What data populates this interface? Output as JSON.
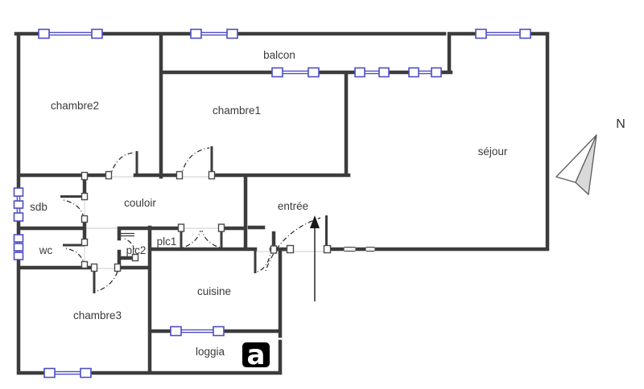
{
  "rooms": {
    "chambre2": {
      "label": "chambre2"
    },
    "balcon": {
      "label": "balcon"
    },
    "chambre1": {
      "label": "chambre1"
    },
    "sejour": {
      "label": "séjour"
    },
    "sdb": {
      "label": "sdb"
    },
    "couloir": {
      "label": "couloir"
    },
    "entree": {
      "label": "entrée"
    },
    "wc": {
      "label": "wc"
    },
    "plc1": {
      "label": "plc1"
    },
    "plc2": {
      "label": "plc2"
    },
    "cuisine": {
      "label": "cuisine"
    },
    "chambre3": {
      "label": "chambre3"
    },
    "loggia": {
      "label": "loggia"
    }
  },
  "compass": {
    "label": "N"
  },
  "logo": {
    "label": "a"
  },
  "colors": {
    "wall": "#3c3c3c",
    "window": "#4d4dc4",
    "arc": "#222222",
    "faint": "#d8d8d8",
    "text": "#3a3a3a",
    "north": "#d9d9d9",
    "logo_bg": "#000000",
    "logo_fg": "#ffffff",
    "arrow": "#1a1a1a"
  }
}
